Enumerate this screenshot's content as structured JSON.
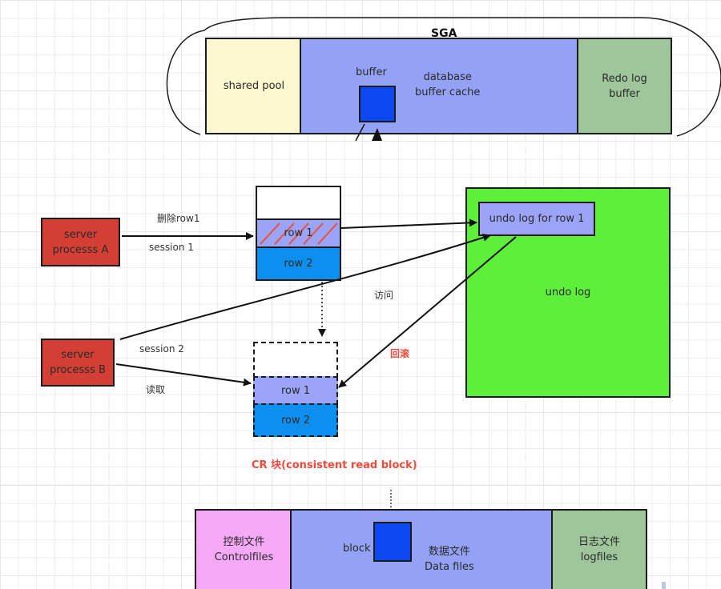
{
  "sga": {
    "title": "SGA",
    "shared_pool": "shared pool",
    "buffer_label": "buffer",
    "db_buffer_cache_line1": "database",
    "db_buffer_cache_line2": "buffer cache",
    "redo_line1": "Redo log",
    "redo_line2": "buffer"
  },
  "processes": {
    "a_line1": "server",
    "a_line2": "processs  A",
    "b_line1": "server",
    "b_line2": "processs  B"
  },
  "edges": {
    "delete_row1": "删除row1",
    "session1": "session 1",
    "session2": "session 2",
    "read": "读取",
    "access": "访问",
    "rollback": "回滚"
  },
  "block": {
    "row1": "row 1",
    "row2": "row 2"
  },
  "cr_block": {
    "row1": "row 1",
    "row2": "row 2",
    "caption": "CR 块(consistent read block)"
  },
  "undo": {
    "entry": "undo log for row 1",
    "container": "undo log"
  },
  "files": {
    "control_line1": "控制文件",
    "control_line2": "Controlfiles",
    "block_label": "block",
    "data_line1": "数据文件",
    "data_line2": "Data files",
    "log_line1": "日志文件",
    "log_line2": "logfiles"
  },
  "colors": {
    "shared_pool": "#fdf8cf",
    "buffer_cache": "#93a2f5",
    "redo": "#9fc59b",
    "buffer_block": "#0d48f0",
    "process": "#d33f35",
    "row1": "#9ba4f6",
    "row2": "#0d8ff0",
    "undo_container": "#5eef3a",
    "control": "#f5a9f7",
    "accent_red": "#f04a3a"
  }
}
